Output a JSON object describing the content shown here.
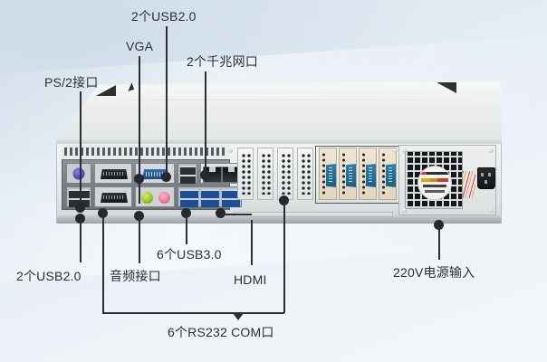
{
  "scene": {
    "subject": "rack-mount industrial server rear panel",
    "background_top": "#d7e3ee",
    "background_bottom": "#f4f7fa"
  },
  "callouts": [
    {
      "id": "ps2",
      "label": "PS/2接口",
      "position": "top-left"
    },
    {
      "id": "vga",
      "label": "VGA",
      "position": "top"
    },
    {
      "id": "usb2_top",
      "label": "2个USB2.0",
      "position": "top"
    },
    {
      "id": "lan",
      "label": "2个千兆网口",
      "position": "top-right"
    },
    {
      "id": "usb2_bot",
      "label": "2个USB2.0",
      "position": "bottom-left"
    },
    {
      "id": "audio",
      "label": "音频接口",
      "position": "bottom-left"
    },
    {
      "id": "usb3",
      "label": "6个USB3.0",
      "position": "bottom"
    },
    {
      "id": "hdmi",
      "label": "HDMI",
      "position": "bottom"
    },
    {
      "id": "power",
      "label": "220V电源输入",
      "position": "bottom-right"
    },
    {
      "id": "rs232",
      "label": "6个RS232 COM口",
      "position": "bottom-center"
    }
  ],
  "ports": {
    "ps2_count": 1,
    "usb2_top_count": 2,
    "usb2_bottom_count": 2,
    "usb3_count": 6,
    "lan_count": 2,
    "com_count": 6,
    "vga_count": 1,
    "hdmi_count": 1,
    "audio_jacks": [
      "line-out-green",
      "mic-in-pink"
    ],
    "power_input": "220V"
  },
  "colors": {
    "ps2_jack": "#4b3fa8",
    "vga_connector": "#1b4a86",
    "usb3_connector": "#1d4f96",
    "audio_green": "#8fbe20",
    "audio_pink": "#e8758f",
    "callout_text": "#2b2f33",
    "chassis": "#e7eaea"
  }
}
